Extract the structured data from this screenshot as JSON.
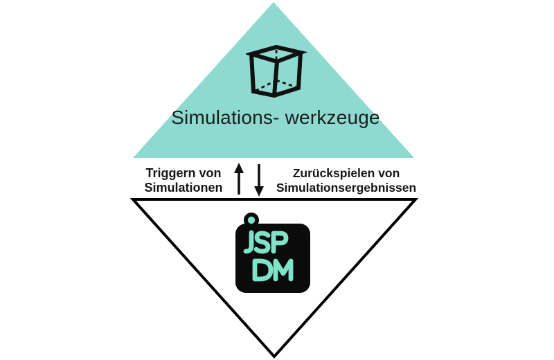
{
  "colors": {
    "teal_triangle": "#8edad1",
    "logo_teal": "#7fe3c9",
    "logo_black": "#0b0b0b",
    "text_black": "#1c1c1c",
    "outline_black": "#000000",
    "background": "#ffffff"
  },
  "top_triangle": {
    "icon": "cube-3d-icon",
    "label_line1": "Simulations-",
    "label_line2": "werkzeuge"
  },
  "flow_band": {
    "left_label_line1": "Triggern von",
    "left_label_line2": "Simulationen",
    "up_arrow_icon": "arrow-up",
    "down_arrow_icon": "arrow-down",
    "right_label_line1": "Zurückspielen von",
    "right_label_line2": "Simulationsergebnissen"
  },
  "bottom_triangle": {
    "logo": {
      "name": "ispdm-logo",
      "line1": "iSP",
      "line2": "DM",
      "full_text": "iSPDM"
    }
  }
}
